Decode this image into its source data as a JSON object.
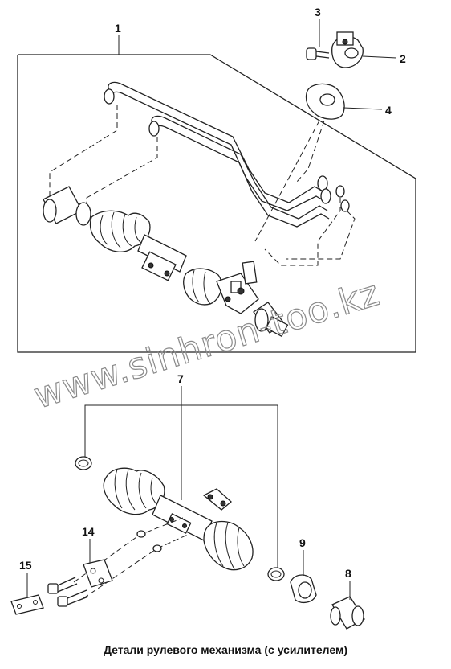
{
  "callouts": {
    "c1": "1",
    "c2": "2",
    "c3": "3",
    "c4": "4",
    "c7": "7",
    "c8": "8",
    "c9": "9",
    "c14": "14",
    "c15": "15"
  },
  "watermark": "www.sinhron-too.kz",
  "caption": "Детали рулевого механизма (с усилителем)"
}
